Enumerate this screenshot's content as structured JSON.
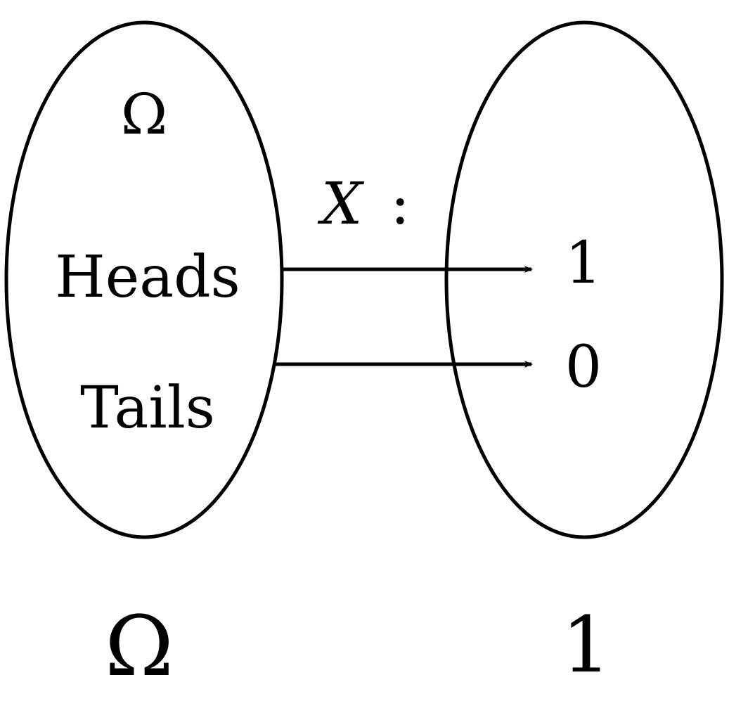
{
  "domain_set": {
    "symbol": "Ω",
    "elements": [
      "Heads",
      "Tails"
    ]
  },
  "codomain_set": {
    "elements": [
      "1",
      "0"
    ]
  },
  "mapping": {
    "function_name": "X",
    "separator": ":",
    "pairs": [
      {
        "from": "Heads",
        "to": "1"
      },
      {
        "from": "Tails",
        "to": "0"
      }
    ]
  },
  "footer": {
    "left_label": "Ω",
    "right_label": "1"
  },
  "colors": {
    "stroke": "#000000",
    "background": "#ffffff"
  }
}
